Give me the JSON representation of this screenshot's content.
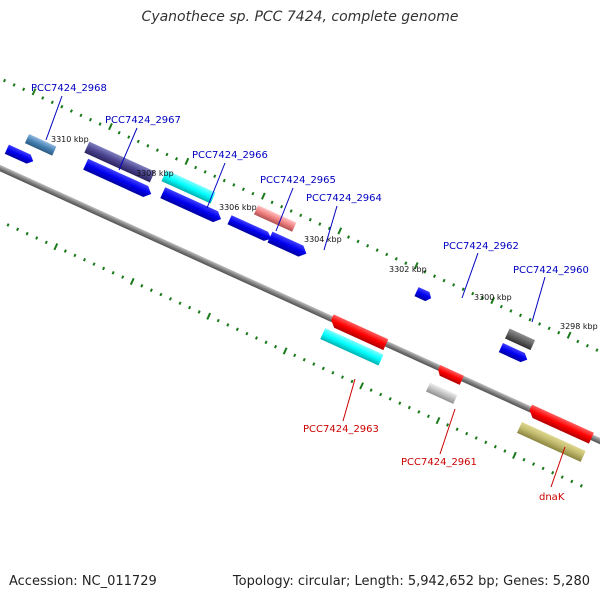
{
  "title": "Cyanothece sp. PCC 7424, complete genome",
  "footer": {
    "accession": "Accession: NC_011729",
    "summary": "Topology: circular; Length: 5,942,652 bp; Genes: 5,280"
  },
  "scale_labels": [
    "3310 kbp",
    "3308 kbp",
    "3306 kbp",
    "3304 kbp",
    "3302 kbp",
    "3300 kbp",
    "3298 kbp"
  ],
  "gene_labels_top": [
    "PCC7424_2968",
    "PCC7424_2967",
    "PCC7424_2966",
    "PCC7424_2965",
    "PCC7424_2964",
    "PCC7424_2962",
    "PCC7424_2960"
  ],
  "gene_labels_bottom": [
    "PCC7424_2963",
    "PCC7424_2961",
    "dnaK"
  ],
  "colors": {
    "forward_label": "#0000c0",
    "reverse_label": "#cc0000",
    "backbone": "#808080",
    "tick": "#1a7a1a",
    "cds": "#0000ee"
  }
}
